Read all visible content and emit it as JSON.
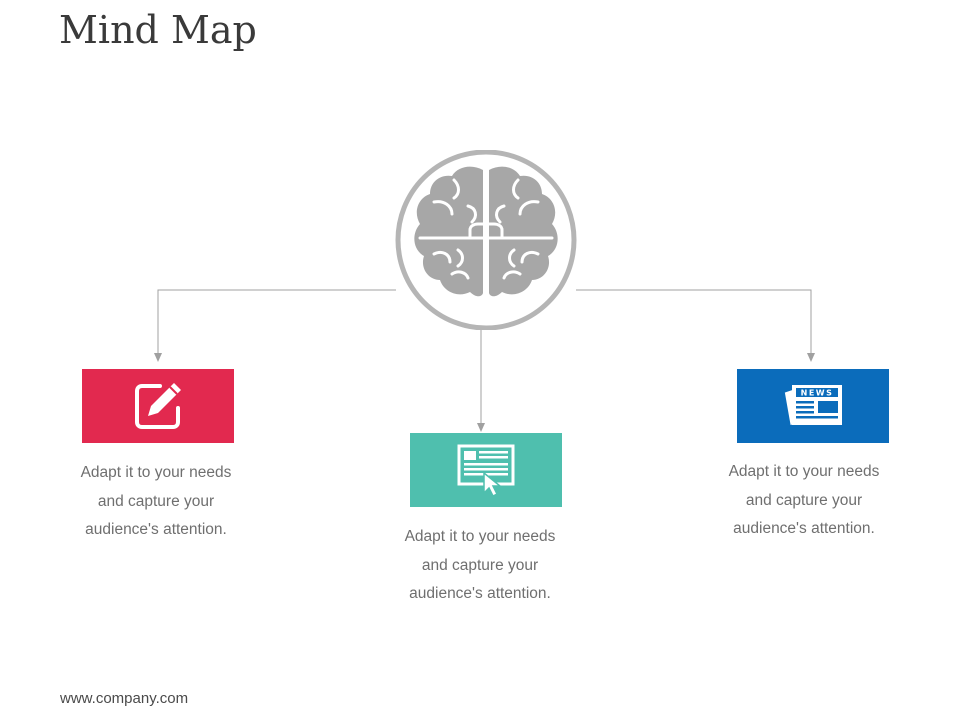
{
  "title": "Mind Map",
  "center": {
    "icon": "brain-icon",
    "stroke_color": "#b5b5b5",
    "fill_color": "#a7a7a7"
  },
  "nodes": [
    {
      "icon": "edit-icon",
      "color": "#e2294f",
      "lines": [
        "Adapt it to your needs",
        "and capture your",
        "audience's attention."
      ]
    },
    {
      "icon": "webpage-click-icon",
      "color": "#4fbfae",
      "lines": [
        "Adapt it to your needs",
        "and capture your",
        "audience's attention."
      ]
    },
    {
      "icon": "newspaper-icon",
      "color": "#0b6cbb",
      "lines": [
        "Adapt it to your needs",
        "and capture your",
        "audience's attention."
      ],
      "icon_text": "NEWS"
    }
  ],
  "footer": "www.company.com"
}
